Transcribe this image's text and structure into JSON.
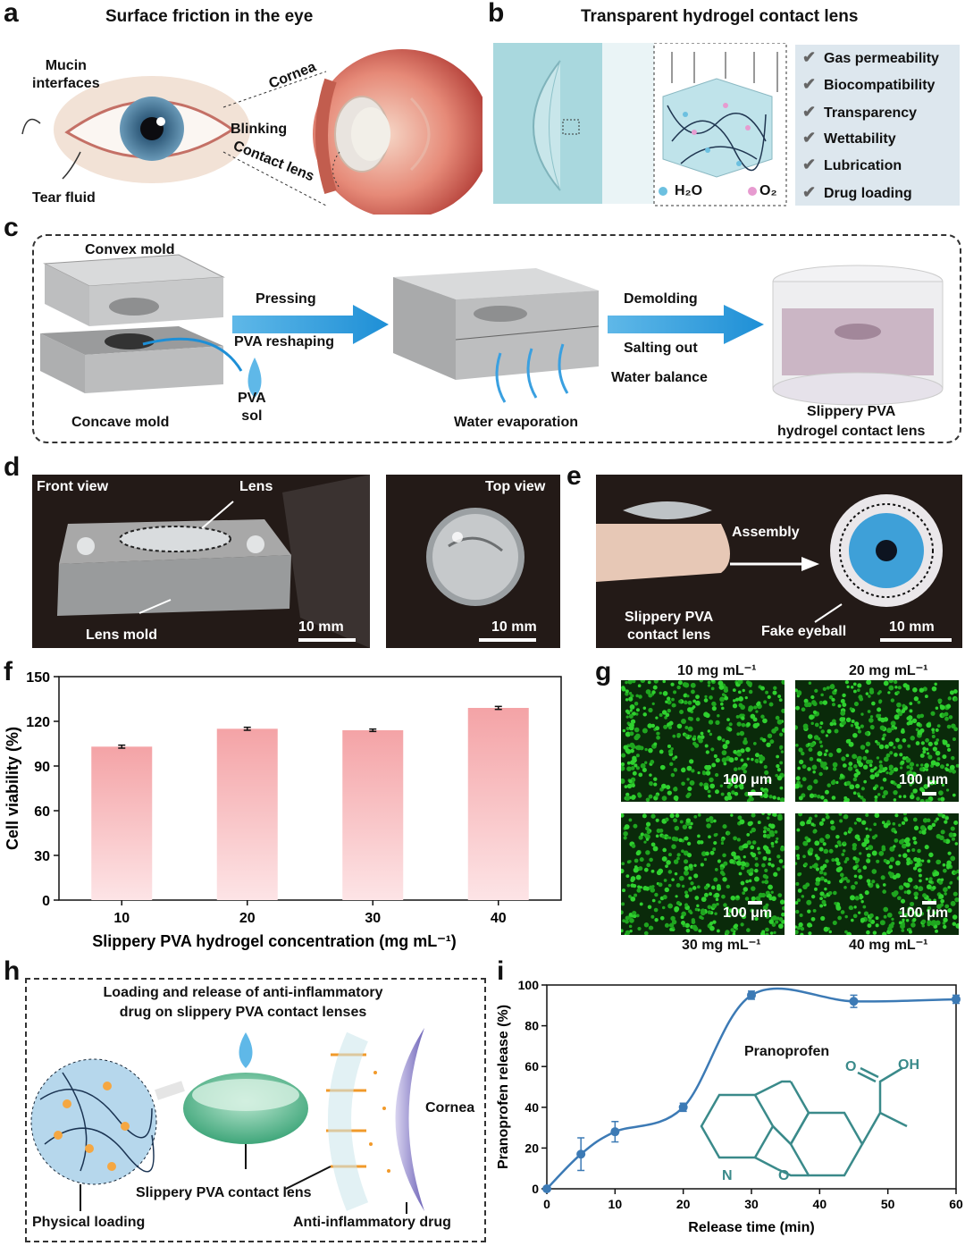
{
  "panels": {
    "a": {
      "label": "a",
      "title": "Surface friction in the eye",
      "mucin": [
        "Mucin",
        "interfaces"
      ],
      "tear": "Tear fluid",
      "blinking": "Blinking",
      "cornea": "Cornea",
      "contact_lens": "Contact lens"
    },
    "b": {
      "label": "b",
      "title": "Transparent hydrogel contact lens",
      "h2o": "H₂O",
      "o2": "O₂",
      "properties": [
        "Gas permeability",
        "Biocompatibility",
        "Transparency",
        "Wettability",
        "Lubrication",
        "Drug loading"
      ]
    },
    "c": {
      "label": "c",
      "convex": "Convex mold",
      "concave": "Concave mold",
      "pressing": "Pressing",
      "reshaping": "PVA reshaping",
      "pva_sol": [
        "PVA",
        "sol"
      ],
      "evaporation": "Water evaporation",
      "demolding": "Demolding",
      "salting": "Salting out",
      "water_balance": "Water balance",
      "product": [
        "Slippery PVA",
        "hydrogel contact lens"
      ]
    },
    "d": {
      "label": "d",
      "front_view": "Front view",
      "lens": "Lens",
      "lens_mold": "Lens mold",
      "scale1": "10 mm",
      "top_view": "Top view",
      "scale2": "10 mm"
    },
    "e": {
      "label": "e",
      "assembly": "Assembly",
      "lens_name": [
        "Slippery PVA",
        "contact lens"
      ],
      "eyeball": "Fake eyeball",
      "scale": "10 mm"
    },
    "f": {
      "label": "f"
    },
    "g": {
      "label": "g",
      "images": [
        {
          "conc": "10 mg mL⁻¹",
          "scale": "100 μm"
        },
        {
          "conc": "20 mg mL⁻¹",
          "scale": "100 μm"
        },
        {
          "conc": "30 mg mL⁻¹",
          "scale": "100 μm"
        },
        {
          "conc": "40 mg mL⁻¹",
          "scale": "100 μm"
        }
      ]
    },
    "h": {
      "label": "h",
      "title": [
        "Loading and release of anti-inflammatory",
        "drug on slippery PVA contact lenses"
      ],
      "cornea": "Cornea",
      "lens": "Slippery PVA contact lens",
      "physical": "Physical loading",
      "drug": "Anti-inflammatory drug"
    },
    "i": {
      "label": "i",
      "molecule": "Pranoprofen",
      "oh": "OH",
      "o": "O",
      "n": "N",
      "ring_o": "O"
    }
  },
  "chart_data": [
    {
      "type": "bar",
      "categories": [
        "10",
        "20",
        "30",
        "40"
      ],
      "values": [
        103,
        115,
        114,
        129
      ],
      "errors": [
        1,
        1,
        0.8,
        1
      ],
      "xlabel": "Slippery PVA hydrogel concentration (mg mL⁻¹)",
      "ylabel": "Cell viability (%)",
      "ylim": [
        0,
        150
      ],
      "yticks": [
        0,
        30,
        60,
        90,
        120,
        150
      ],
      "color": "#f4a3a6"
    },
    {
      "type": "scatter",
      "x": [
        0,
        5,
        10,
        20,
        30,
        45,
        60
      ],
      "y": [
        0,
        17,
        28,
        40,
        95,
        92,
        93
      ],
      "errors": [
        0,
        8,
        5,
        2,
        2,
        3,
        2
      ],
      "xlabel": "Release time (min)",
      "ylabel": "Pranoprofen release (%)",
      "xlim": [
        0,
        60
      ],
      "ylim": [
        0,
        100
      ],
      "xticks": [
        0,
        10,
        20,
        30,
        40,
        50,
        60
      ],
      "yticks": [
        0,
        20,
        40,
        60,
        80,
        100
      ],
      "fit_curve": true,
      "color": "#3c7ab5"
    }
  ]
}
